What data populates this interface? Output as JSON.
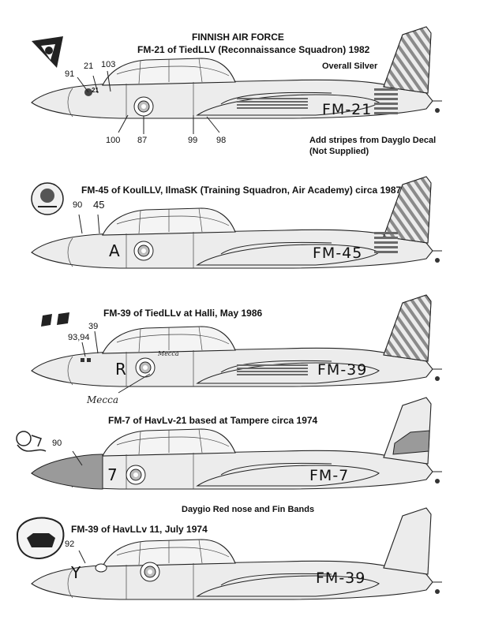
{
  "heading": "FINNISH AIR FORCE",
  "colors": {
    "silver": "#ececec",
    "dayglo": "#9a9a9a",
    "ink": "#222222",
    "roundel": "#bdbdbd"
  },
  "aircraft": [
    {
      "title": "FM-21 of TiedLLV (Reconnaissance Squadron) 1982",
      "code": "FM-21",
      "nose_number": "21",
      "emblem": "triangle-emblem",
      "note_scheme": "Overall Silver",
      "note_stripes_1": "Add stripes from Dayglo Decal",
      "note_stripes_2": "(Not Supplied)",
      "callouts": {
        "c91": "91",
        "c21": "21",
        "c103": "103",
        "c100": "100",
        "c87": "87",
        "c99": "99",
        "c98": "98"
      }
    },
    {
      "title": "FM-45 of KoulLLV, IlmaSK (Training Squadron, Air Academy) circa 1987",
      "code": "FM-45",
      "letter": "A",
      "emblem": "round-mascot-emblem",
      "callouts": {
        "c90": "90",
        "c45": "45"
      }
    },
    {
      "title": "FM-39 of TiedLLv at Halli, May 1986",
      "code": "FM-39",
      "letter": "R",
      "emblem": "lion-badges",
      "signature": "Mecca",
      "callouts": {
        "c9394": "93,94",
        "c39": "39"
      }
    },
    {
      "title": "FM-7 of HavLv-21 based at Tampere circa 1974",
      "code": "FM-7",
      "letter": "7",
      "emblem": "swirl-emblem",
      "note_dayglo": "Daygio Red nose and Fin Bands",
      "callouts": {
        "c90": "90"
      }
    },
    {
      "title": "FM-39 of HavLLv 11, July 1974",
      "code": "FM-39",
      "letter": "Y",
      "emblem": "bull-badge",
      "callouts": {
        "c92": "92"
      }
    }
  ]
}
